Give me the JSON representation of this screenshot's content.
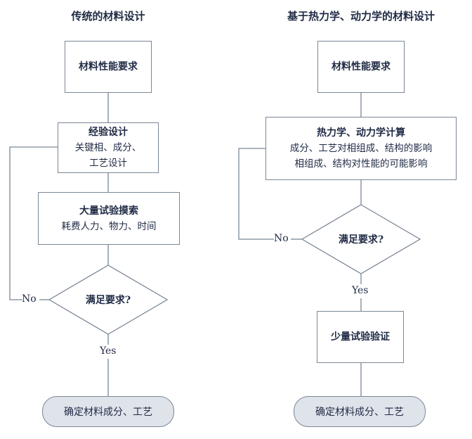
{
  "left": {
    "title": "传统的材料设计",
    "requirement": "材料性能要求",
    "experience": {
      "title": "经验设计",
      "line1": "关键相、成分、",
      "line2": "工艺设计"
    },
    "trial": {
      "title": "大量试验摸索",
      "line1": "耗费人力、物力、时间"
    },
    "decision": "满足要求?",
    "no": "No",
    "yes": "Yes",
    "result": "确定材料成分、工艺"
  },
  "right": {
    "title": "基于热力学、动力学的材料设计",
    "requirement": "材料性能要求",
    "calc": {
      "title": "热力学、动力学计算",
      "line1": "成分、工艺对相组成、结构的影响",
      "line2": "相组成、结构对性能的可能影响"
    },
    "decision": "满足要求?",
    "no": "No",
    "yes": "Yes",
    "verify": "少量试验验证",
    "result": "确定材料成分、工艺"
  }
}
